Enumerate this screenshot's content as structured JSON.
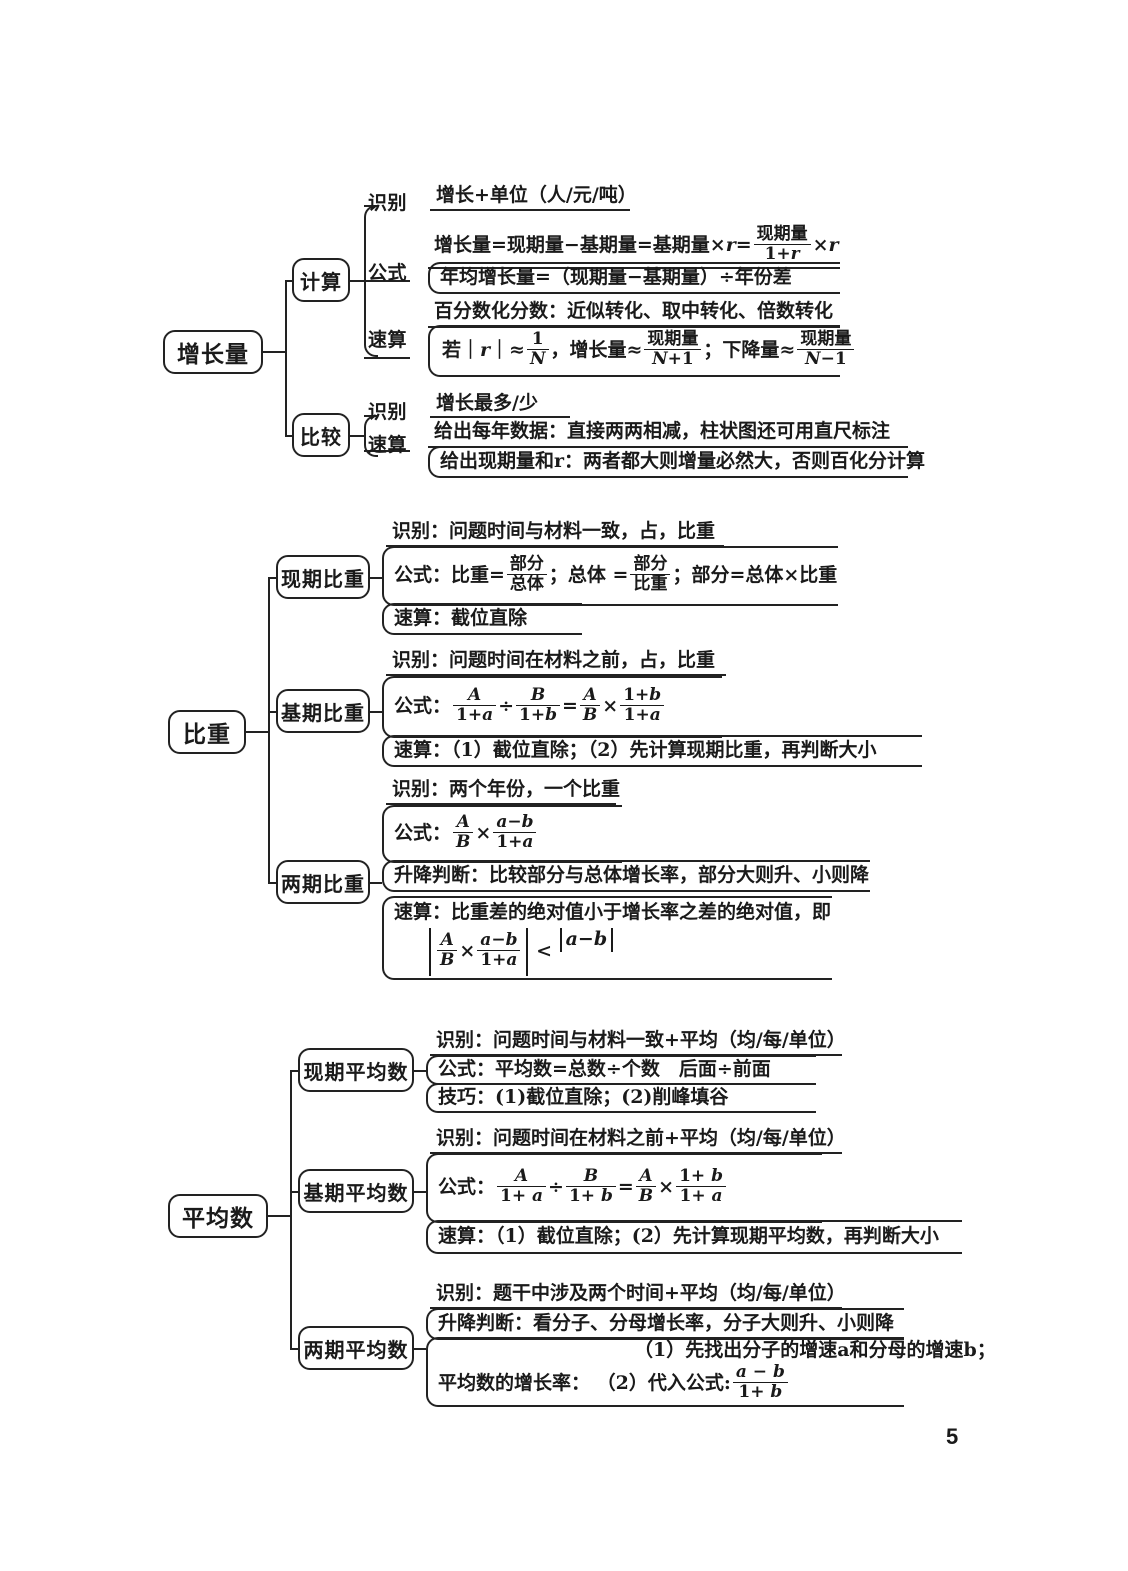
{
  "page": {
    "number": "5"
  },
  "sections": [
    {
      "id": "growth-amount",
      "root": "增长量",
      "branches": [
        {
          "name": "计算",
          "groups": [
            {
              "label": "识别",
              "rows": [
                "增长+单位（人/元/吨）"
              ]
            },
            {
              "label": "公式",
              "rows": [
                "增长量=现期量−基期量=基期量×r= (现期量/(1+r)) ×r",
                "年均增长量=（现期量−基期量）÷年份差"
              ]
            },
            {
              "label": "速算",
              "rows": [
                "百分数化分数：近似转化、取中转化、倍数转化",
                "若｜r｜≈ 1/N ，增长量≈ 现期量/(N+1) ；下降量≈ 现期量/(N−1)"
              ]
            }
          ]
        },
        {
          "name": "比较",
          "groups": [
            {
              "label": "识别",
              "rows": [
                "增长最多/少"
              ]
            },
            {
              "label": "速算",
              "rows": [
                "给出每年数据：直接两两相减，柱状图还可用直尺标注",
                "给出现期量和r：两者都大则增量必然大，否则百化分计算"
              ]
            }
          ]
        }
      ]
    },
    {
      "id": "proportion",
      "root": "比重",
      "branches": [
        {
          "name": "现期比重",
          "rows": [
            "识别：问题时间与材料一致，占，比重",
            "公式：比重= 部分/总体 ；总体 = 部分/比重 ；部分=总体×比重",
            "速算：截位直除"
          ]
        },
        {
          "name": "基期比重",
          "rows": [
            "识别：问题时间在材料之前，占，比重",
            "公式： A/(1+a) ÷ B/(1+b) = A/B × (1+b)/(1+a)",
            "速算：（1）截位直除；（2）先计算现期比重，再判断大小"
          ]
        },
        {
          "name": "两期比重",
          "rows": [
            "识别：两个年份，一个比重",
            "公式： A/B × (a−b)/(1+a)",
            "升降判断：比较部分与总体增长率，部分大则升、小则降",
            "速算：比重差的绝对值小于增长率之差的绝对值，即",
            "｜A/B × (a−b)/(1+a)｜ < ｜a−b｜"
          ]
        }
      ]
    },
    {
      "id": "average",
      "root": "平均数",
      "branches": [
        {
          "name": "现期平均数",
          "rows": [
            "识别：问题时间与材料一致+平均（均/每/单位）",
            "公式：平均数=总数÷个数　后面÷前面",
            "技巧：(1)截位直除；(2)削峰填谷"
          ]
        },
        {
          "name": "基期平均数",
          "rows": [
            "识别：问题时间在材料之前+平均（均/每/单位）",
            "公式： A/(1+a) ÷ B/(1+b) = A/B × (1+b)/(1+a)",
            "速算：（1）截位直除；(2）先计算现期平均数，再判断大小"
          ]
        },
        {
          "name": "两期平均数",
          "rows": [
            "识别：题干中涉及两个时间+平均（均/每/单位）",
            "升降判断：看分子、分母增长率，分子大则升、小则降",
            "（1）先找出分子的增速a和分母的增速b；",
            "平均数的增长率：",
            "（2）代入公式: (a−b)/(1+b)"
          ]
        }
      ]
    }
  ],
  "labels": {
    "shibie": "识别",
    "gongshi": "公式",
    "suansuan": "速算"
  }
}
